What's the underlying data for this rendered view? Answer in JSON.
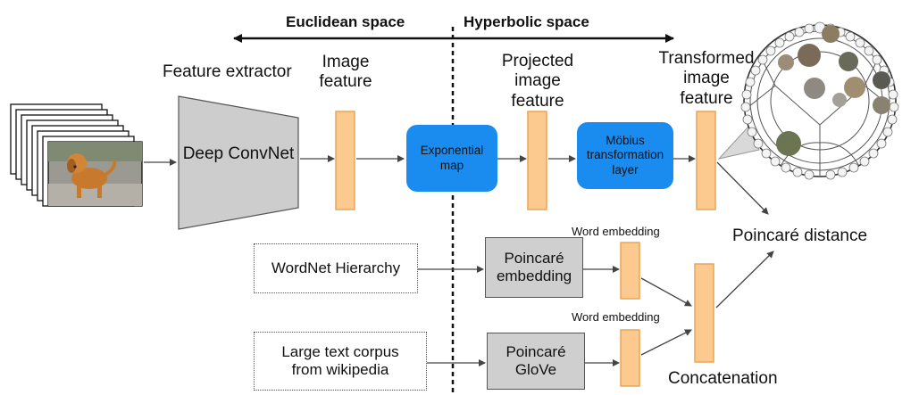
{
  "header": {
    "euclidean_label": "Euclidean space",
    "hyperbolic_label": "Hyperbolic space"
  },
  "labels": {
    "feature_extractor": "Feature extractor",
    "image_feature": "Image\nfeature",
    "projected_feature": "Projected\nimage\nfeature",
    "transformed_feature": "Transformed\nimage\nfeature",
    "word_embedding_1": "Word embedding",
    "word_embedding_2": "Word embedding",
    "poincare_distance": "Poincaré distance",
    "concatenation": "Concatenation"
  },
  "boxes": {
    "deep_convnet": "Deep ConvNet",
    "exponential_map": "Exponential\nmap",
    "mobius_layer": "Möbius\ntransformation\nlayer",
    "wordnet_hierarchy": "WordNet Hierarchy",
    "text_corpus": "Large text corpus\nfrom wikipedia",
    "poincare_embedding": "Poincaré\nembedding",
    "poincare_glove": "Poincaré\nGloVe"
  },
  "colors": {
    "feature_bar": "#fcc98e",
    "feature_bar_border": "#e8a658",
    "blue_box": "#1a8cf0",
    "gray_box": "#cfcfcf",
    "trapezoid": "#cdcdcd",
    "arrow": "#444444"
  }
}
